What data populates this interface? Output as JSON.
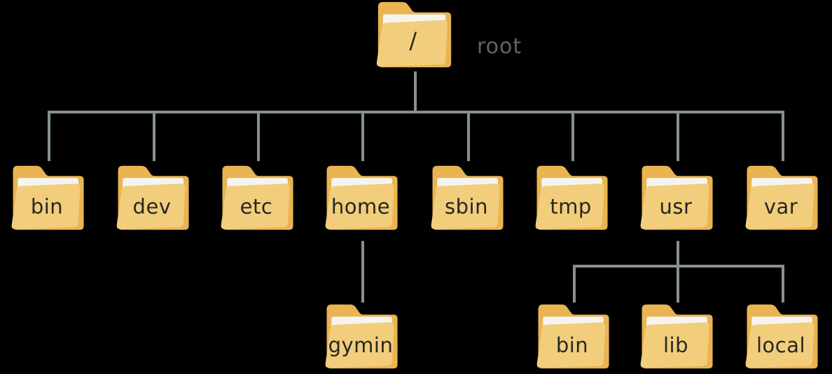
{
  "colors": {
    "background": "#000000",
    "connector": "#85928e",
    "folder_back": "#e9b451",
    "folder_front": "#f2cd7b",
    "folder_paper": "#f7f4ef",
    "folder_label": "#262626",
    "annotation": "#636363"
  },
  "tree": {
    "label": "/",
    "annotation": "root",
    "children": [
      {
        "label": "bin"
      },
      {
        "label": "dev"
      },
      {
        "label": "etc"
      },
      {
        "label": "home",
        "children": [
          {
            "label": "gymin"
          }
        ]
      },
      {
        "label": "sbin"
      },
      {
        "label": "tmp"
      },
      {
        "label": "usr",
        "children": [
          {
            "label": "bin"
          },
          {
            "label": "lib"
          },
          {
            "label": "local"
          }
        ]
      },
      {
        "label": "var"
      }
    ]
  }
}
